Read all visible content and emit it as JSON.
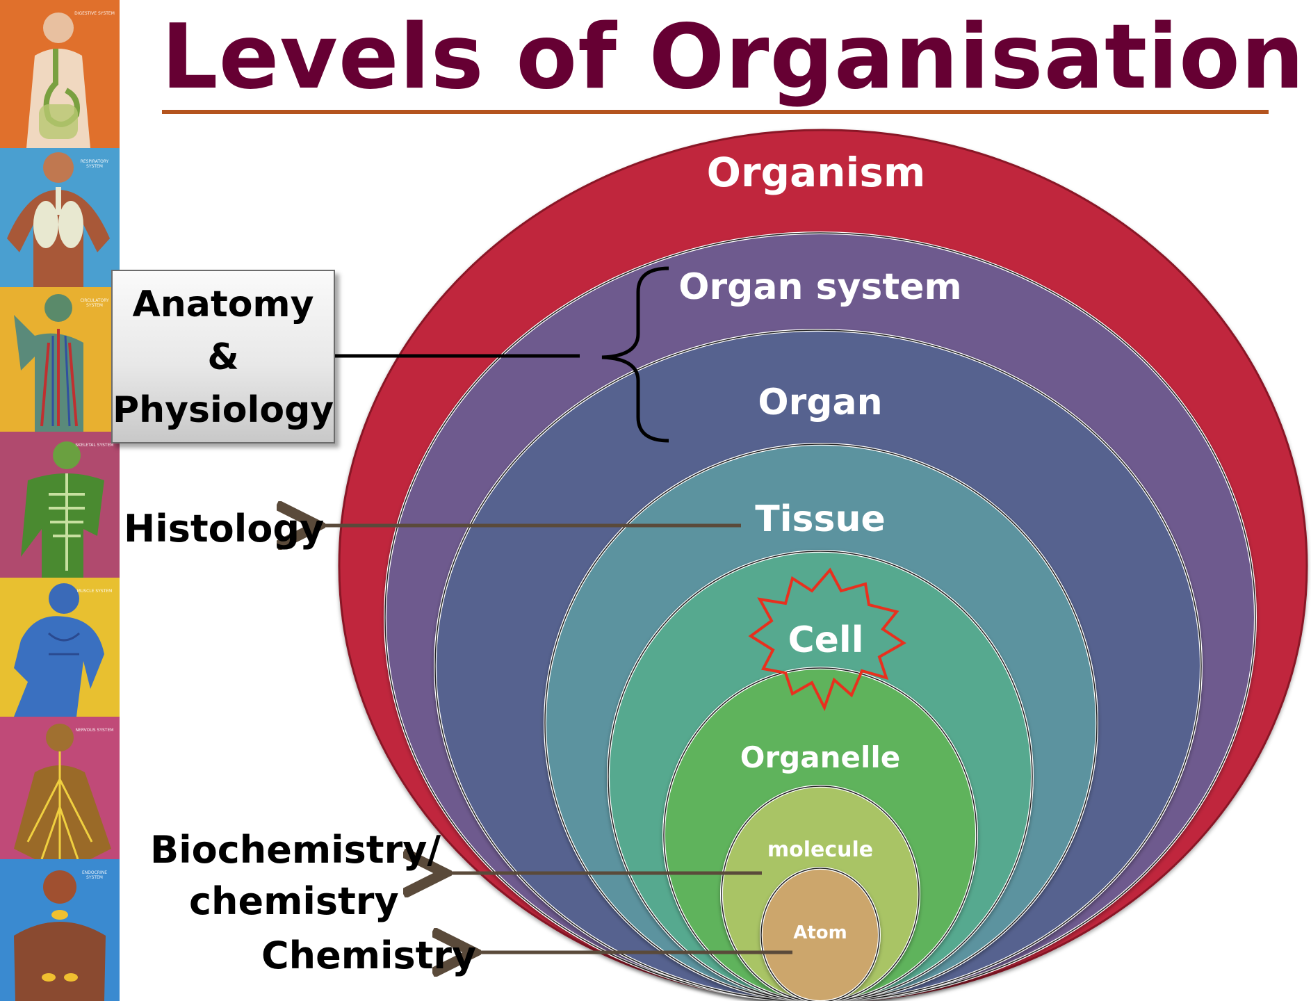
{
  "title": "Levels of Organisation",
  "levels": [
    {
      "name": "Organism",
      "color": "#c0283c"
    },
    {
      "name": "Organ system",
      "color": "#6e5a8e"
    },
    {
      "name": "Organ",
      "color": "#57628f"
    },
    {
      "name": "Tissue",
      "color": "#5b939f"
    },
    {
      "name": "Cell",
      "color": "#57a98f",
      "highlight_color": "#e8301e"
    },
    {
      "name": "Organelle",
      "color": "#5fb35c"
    },
    {
      "name": "molecule",
      "color": "#a9c465"
    },
    {
      "name": "Atom",
      "color": "#cca66c"
    }
  ],
  "disciplines": {
    "anatomy_physiology": [
      "Anatomy",
      "&",
      "Physiology"
    ],
    "histology": "Histology",
    "biochemistry": [
      "Biochemistry/",
      "chemistry"
    ],
    "chemistry": "Chemistry"
  },
  "body_system_panels": [
    {
      "caption": "DIGESTIVE SYSTEM",
      "color": "#e0702c"
    },
    {
      "caption": "RESPIRATORY SYSTEM",
      "color": "#4a9fd0"
    },
    {
      "caption": "CIRCULATORY SYSTEM",
      "color": "#e8b030"
    },
    {
      "caption": "SKELETAL SYSTEM",
      "color": "#b04a6e"
    },
    {
      "caption": "MUSCLE SYSTEM",
      "color": "#e8c030"
    },
    {
      "caption": "NERVOUS SYSTEM",
      "color": "#c04a78"
    },
    {
      "caption": "ENDOCRINE SYSTEM",
      "color": "#3a8ad0"
    }
  ],
  "colors": {
    "title": "#660033",
    "title_rule": "#b4541e",
    "arrow": "#5a4a3a",
    "bracket": "#000000"
  }
}
